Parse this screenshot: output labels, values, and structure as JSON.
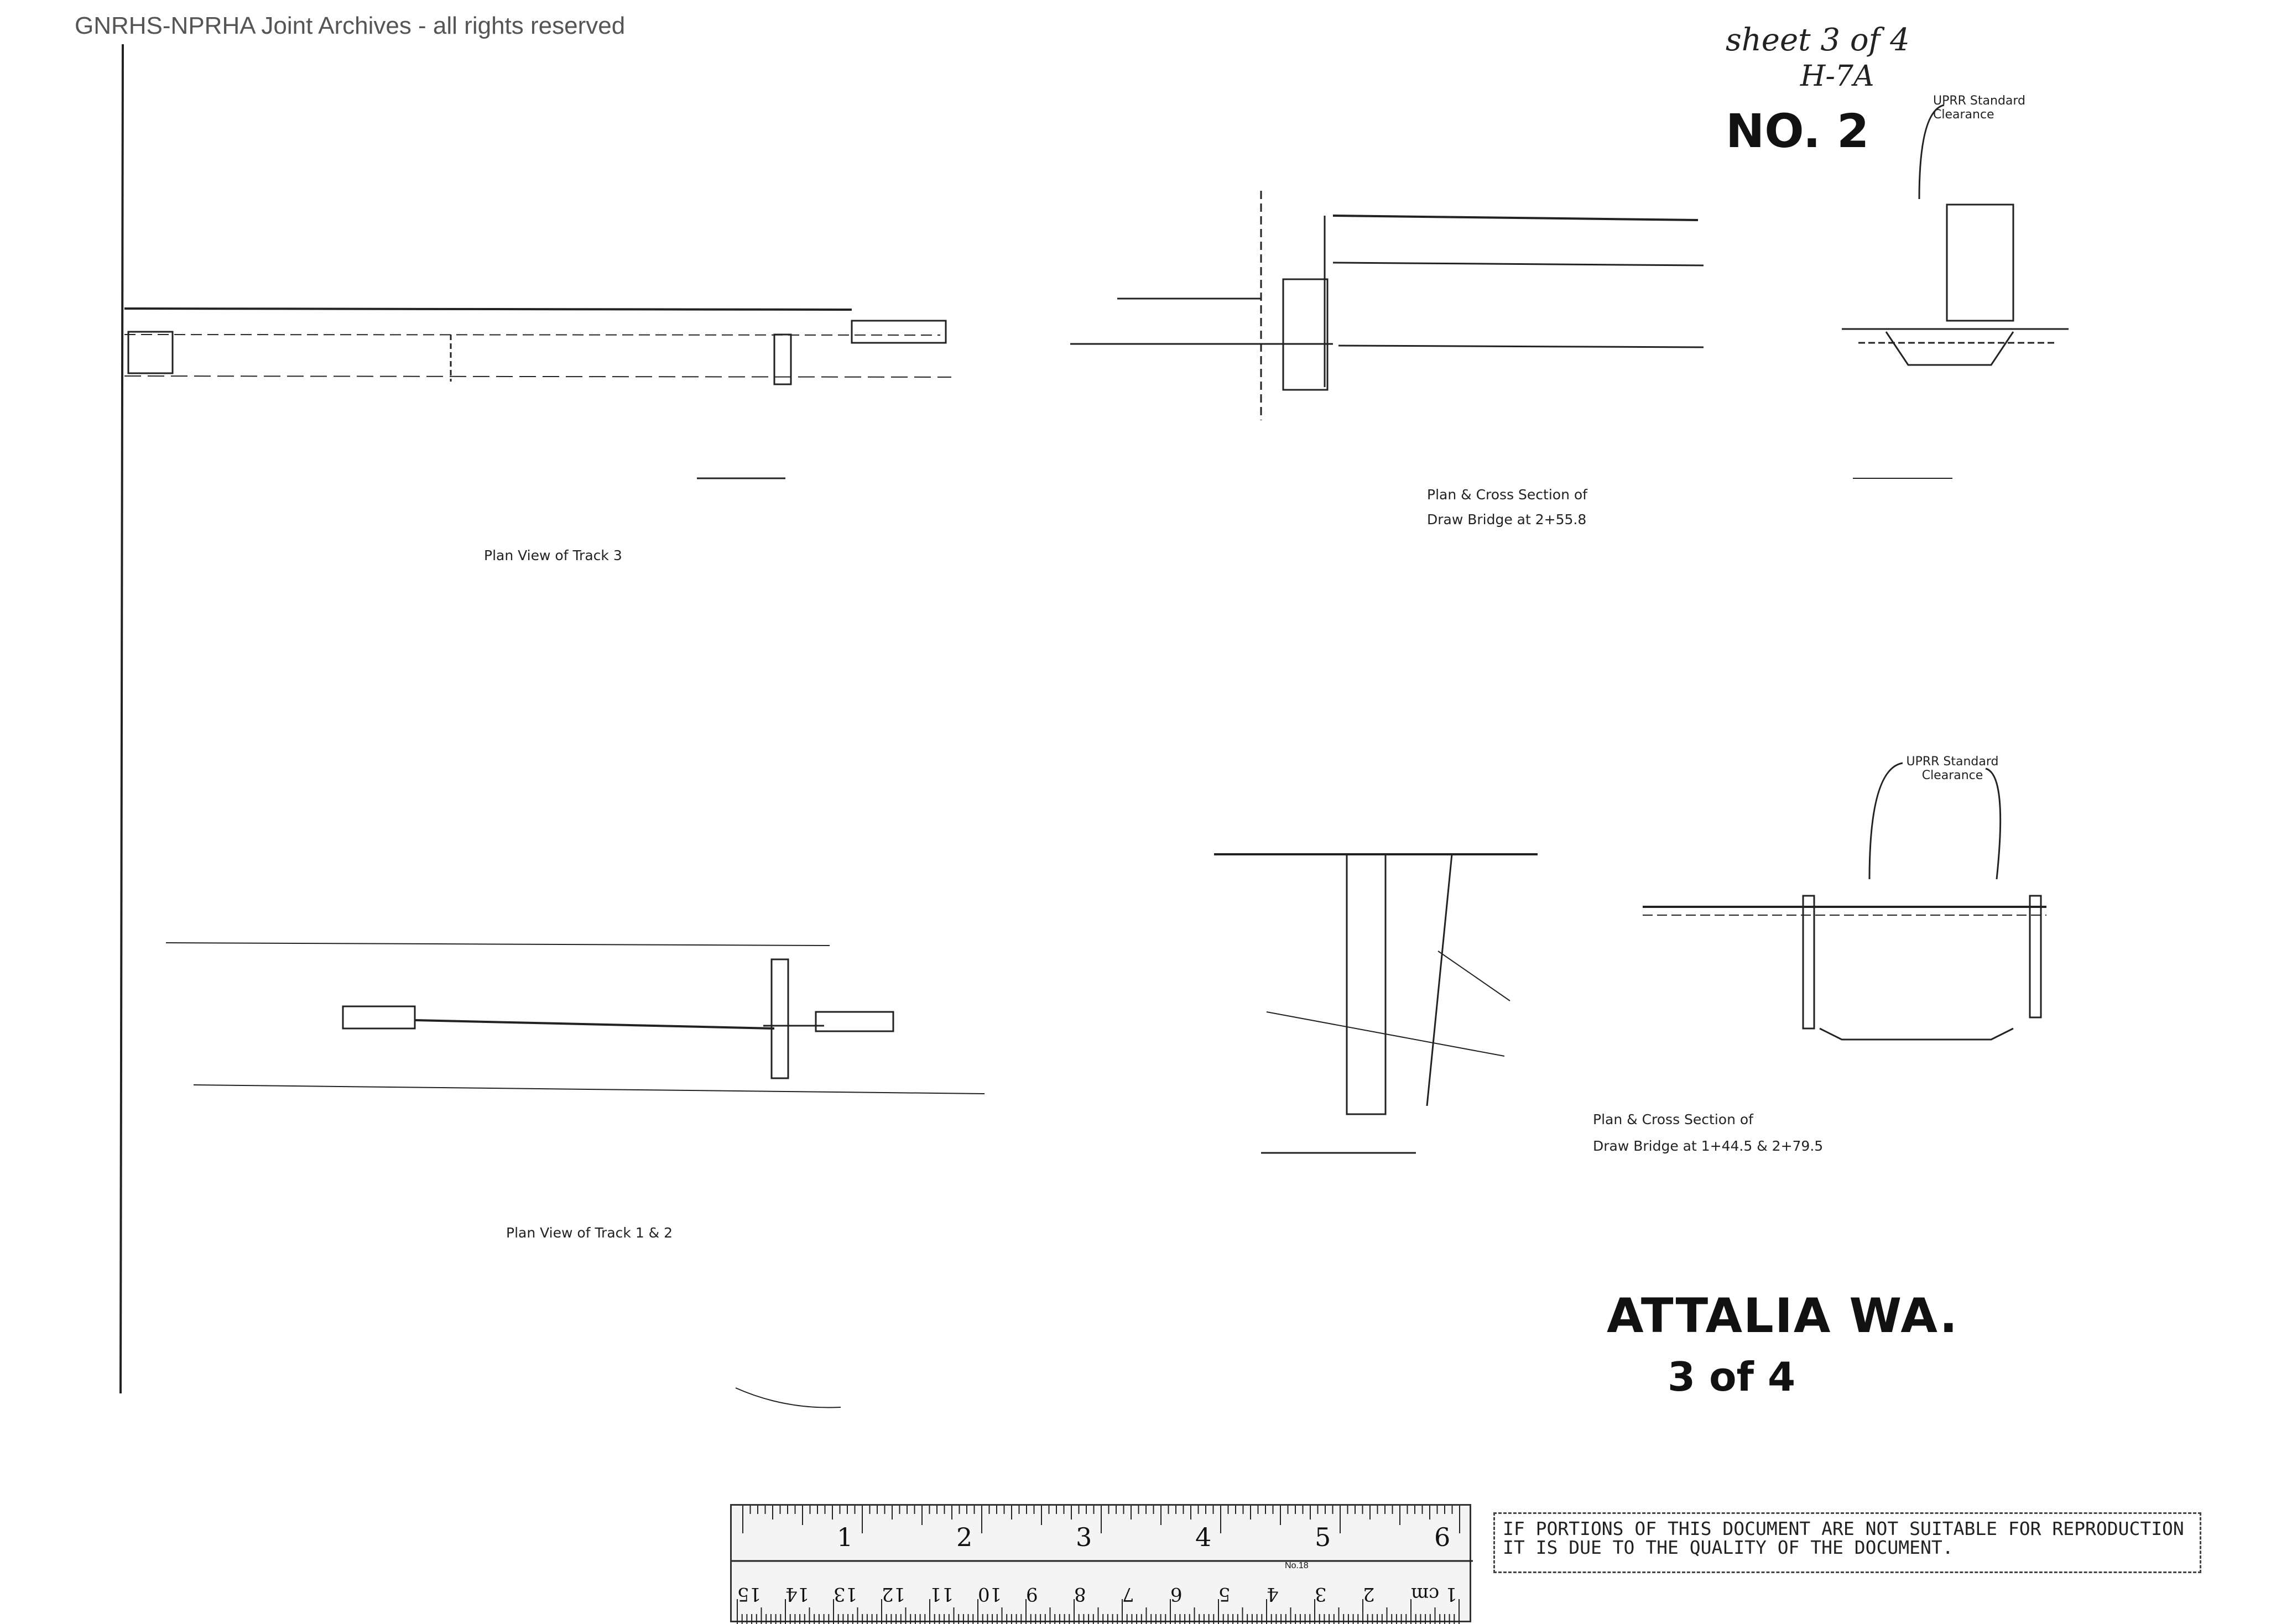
{
  "archive_notice": "GNRHS-NPRHA Joint Archives - all rights reserved",
  "sheet_note": "sheet 3 of 4",
  "drawing_id": "H-7A",
  "number": "NO. 2",
  "location_title": "ATTALIA WA.",
  "sheet_count": "3 of 4",
  "labels": {
    "plan_track3": "Plan View of Track 3",
    "plan_track12": "Plan View of Track 1 & 2",
    "draw_bridge_top_1": "Plan & Cross Section of",
    "draw_bridge_top_2": "Draw Bridge at 2+55.8",
    "draw_bridge_bottom_1": "Plan & Cross Section of",
    "draw_bridge_bottom_2": "Draw Bridge at 1+44.5 & 2+79.5",
    "clearance_top": "UPRR Standard Clearance",
    "clearance_bottom": "UPRR Standard Clearance"
  },
  "ruler": {
    "inches": [
      "1",
      "2",
      "3",
      "4",
      "5",
      "6"
    ],
    "cm": [
      "15",
      "14",
      "13",
      "12",
      "11",
      "10",
      "9",
      "8",
      "7",
      "6",
      "5",
      "4",
      "3",
      "2",
      "1 cm"
    ],
    "mark": "No.18"
  },
  "quality_notice": "IF PORTIONS OF THIS DOCUMENT ARE NOT SUITABLE FOR REPRODUCTION IT IS DUE TO THE QUALITY OF THE DOCUMENT."
}
